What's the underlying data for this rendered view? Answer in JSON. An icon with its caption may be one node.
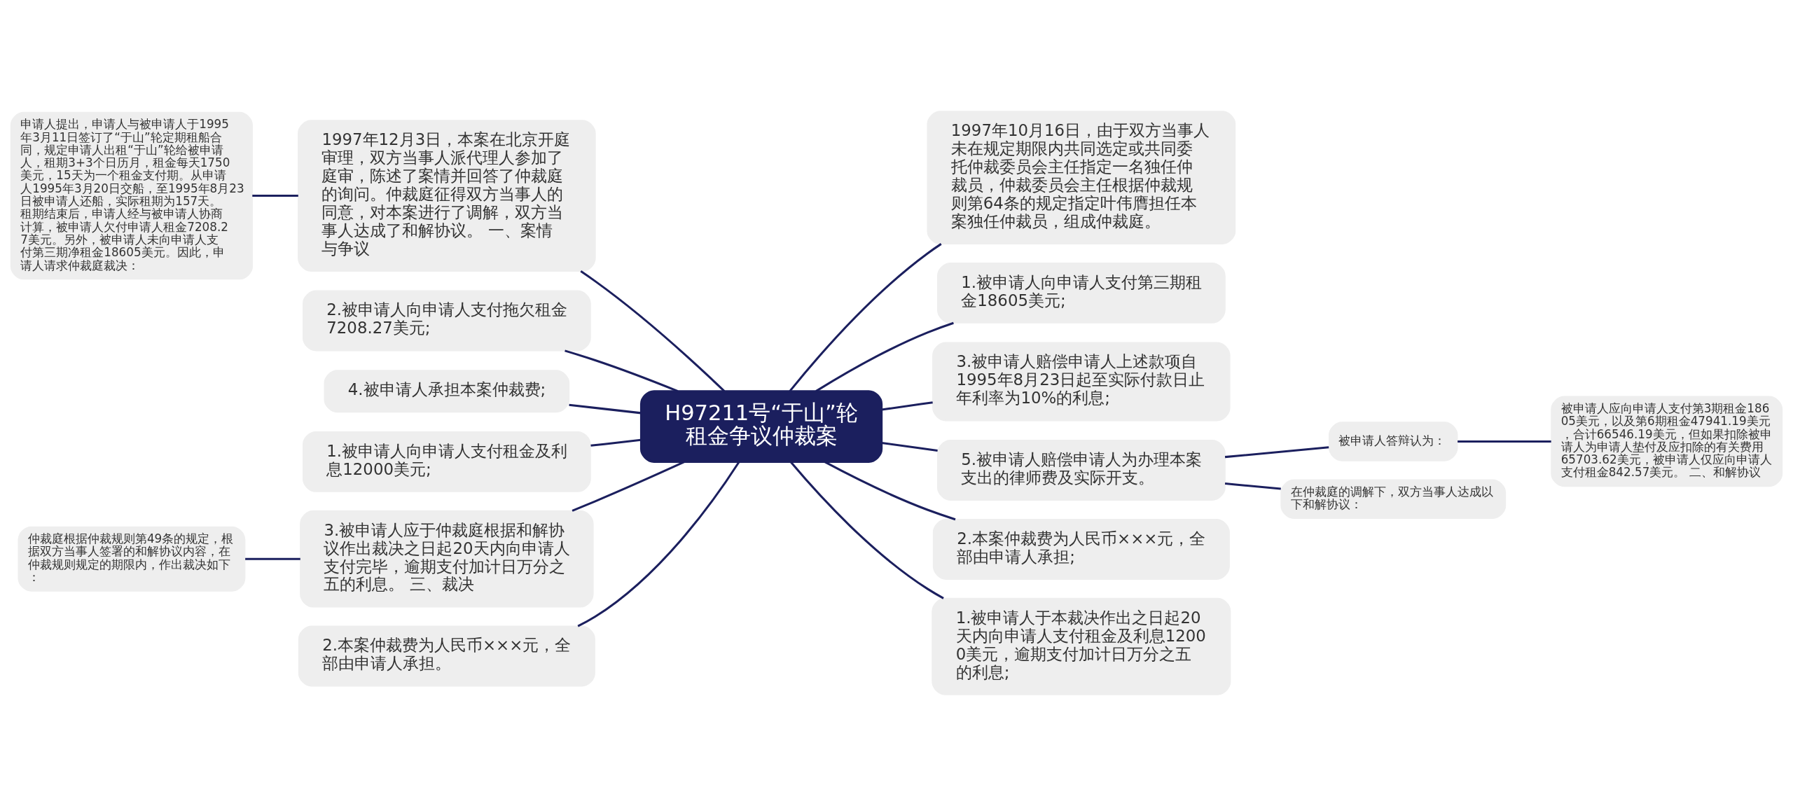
{
  "diagram": {
    "nodes": [
      {
        "text": [
          "H97211号“于山”轮租金争议仲裁案"
        ]
      },
      {
        "text": [
          "1997年12月3日，本案在北京开庭审理，双方当事人派代理人参加了庭审，陈述了案情并回答了仲裁庭的询问。仲裁庭征得双方当事人的同意，对本案进行了调解，双方当事人达成了和解协议。 一、案情与争议"
        ]
      },
      {
        "text": [
          "申请人提出，申请人与被申请人于1995年3月11日签订了“于山”轮定期租船合同，规定申请人出租“于山”轮给被申请人，租期3+3个日历月，租金每天1750美元，15天为一个租金支付期。从申请人1995年3月20日交船，至1995年8月23日被申请人还船，实际租期为157天。租期结束后，申请人经与被申请人协商计算，被申请人欠付申请人租金7208.27美元。另外，被申请人未向申请人支付第三期净租金18605美元。因此，申请人请求仲裁庭裁决："
        ]
      },
      {
        "text": [
          "2.被申请人向申请人支付拖欠租金7208.27美元;"
        ]
      },
      {
        "text": [
          "4.被申请人承担本案仲裁费;"
        ]
      },
      {
        "text": [
          "1.被申请人向申请人支付租金及利息12000美元;"
        ]
      },
      {
        "text": [
          "3.被申请人应于仲裁庭根据和解协议作出裁决之日起20天内向申请人支付完毕，逾期支付加计日万分之五的利息。 三、裁决"
        ]
      },
      {
        "text": [
          "仲裁庭根据仲裁规则第49条的规定，根据双方当事人签署的和解协议内容，在仲裁规则规定的期限内，作出裁决如下："
        ]
      },
      {
        "text": [
          "2.本案仲裁费为人民币×××元，全部由申请人承担。"
        ]
      },
      {
        "text": [
          "1997年10月16日，由于双方当事人未在规定期限内共同选定或共同委托仲裁委员会主任指定一名独任仲裁员，仲裁委员会主任根据仲裁规则第64条的规定指定叶伟膺担任本案独任仲裁员，组成仲裁庭。"
        ]
      },
      {
        "text": [
          "1.被申请人向申请人支付第三期租金18605美元;"
        ]
      },
      {
        "text": [
          "3.被申请人赔偿申请人上述款项自1995年8月23日起至实际付款日止年利率为10%的利息;"
        ]
      },
      {
        "text": [
          "5.被申请人赔偿申请人为办理本案支出的律师费及实际开支。"
        ]
      },
      {
        "text": [
          "被申请人答辩认为："
        ]
      },
      {
        "text": [
          "被申请人应向申请人支付第3期租金18605美元，以及第6期租金47941.19美元，合计66546.19美元，但如果扣除被申请人为申请人垫付及应扣除的有关费用65703.62美元，被申请人仅应向申请人支付租金842.57美元。 二、和解协议"
        ]
      },
      {
        "text": [
          "在仲裁庭的调解下，双方当事人达成以下和解协议："
        ]
      },
      {
        "text": [
          "2.本案仲裁费为人民币×××元，全部由申请人承担;"
        ]
      },
      {
        "text": [
          "1.被申请人于本裁决作出之日起20天内向申请人支付租金及利息12000美元，逾期支付加计日万分之五的利息;"
        ]
      }
    ],
    "edges": [
      {
        "from": 1,
        "to": 0,
        "arrow": "none"
      },
      {
        "from": 2,
        "to": 1,
        "arrow": "none"
      },
      {
        "from": 3,
        "to": 0,
        "arrow": "none"
      },
      {
        "from": 4,
        "to": 0,
        "arrow": "none"
      },
      {
        "from": 5,
        "to": 0,
        "arrow": "none"
      },
      {
        "from": 6,
        "to": 0,
        "arrow": "none"
      },
      {
        "from": 7,
        "to": 6,
        "arrow": "none"
      },
      {
        "from": 8,
        "to": 0,
        "arrow": "none"
      },
      {
        "from": 0,
        "to": 9,
        "arrow": "none"
      },
      {
        "from": 0,
        "to": 10,
        "arrow": "none"
      },
      {
        "from": 0,
        "to": 11,
        "arrow": "none"
      },
      {
        "from": 0,
        "to": 12,
        "arrow": "none"
      },
      {
        "from": 12,
        "to": 13,
        "arrow": "none"
      },
      {
        "from": 13,
        "to": 14,
        "arrow": "none"
      },
      {
        "from": 12,
        "to": 15,
        "arrow": "none"
      },
      {
        "from": 0,
        "to": 16,
        "arrow": "none"
      },
      {
        "from": 0,
        "to": 17,
        "arrow": "none"
      }
    ]
  }
}
